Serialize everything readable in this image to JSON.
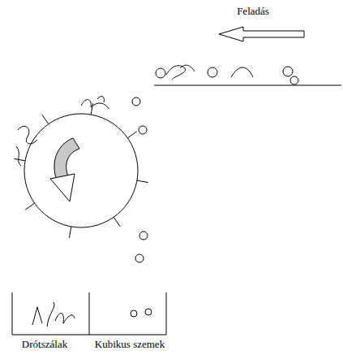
{
  "diagram": {
    "labels": [
      "Feladás",
      "Drótszálak",
      "Kubikus szemek"
    ]
  }
}
